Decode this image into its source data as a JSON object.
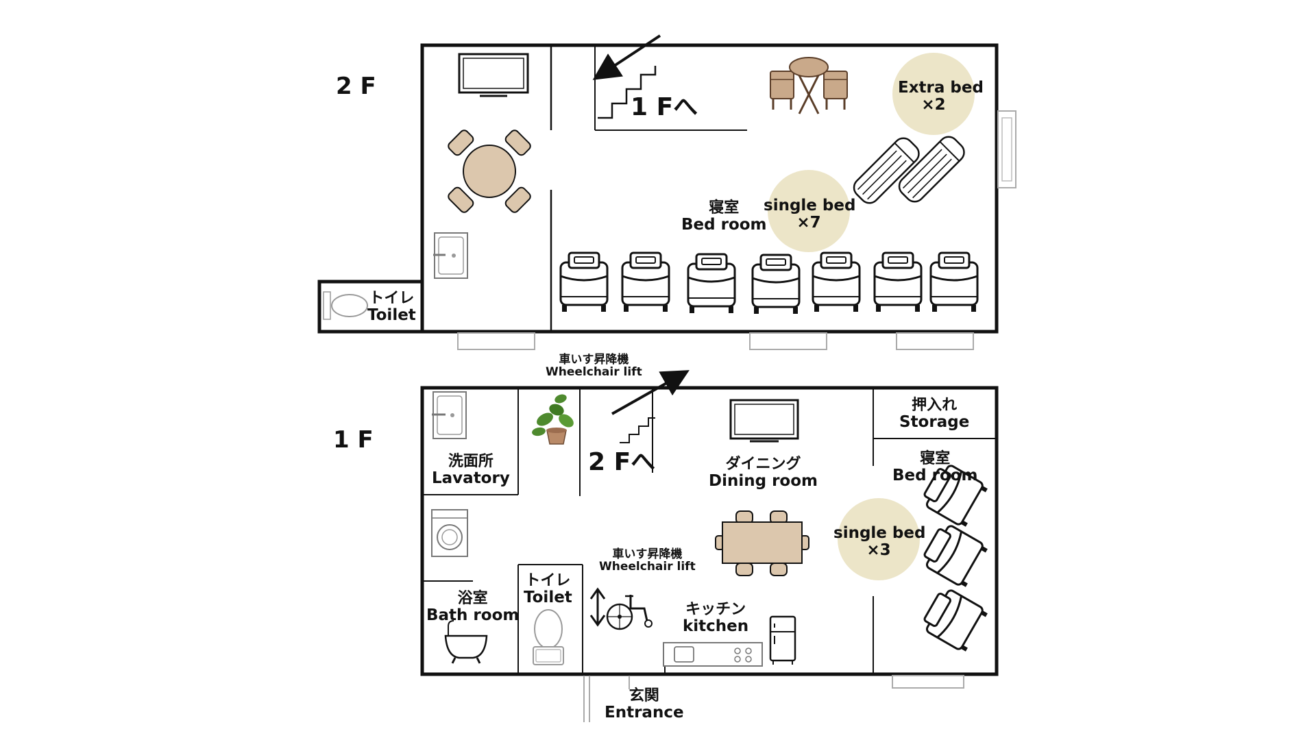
{
  "floors": {
    "second": {
      "title": "2 F",
      "stairs": "1 Fへ",
      "toilet": {
        "jp": "トイレ",
        "en": "Toilet"
      },
      "bedroom": {
        "jp": "寝室",
        "en": "Bed room"
      },
      "extra_bed": {
        "name": "Extra bed",
        "count": "×2"
      },
      "single_bed": {
        "name": "single bed",
        "count": "×7"
      }
    },
    "first": {
      "title": "1 F",
      "stairs": "2 Fへ",
      "lavatory": {
        "jp": "洗面所",
        "en": "Lavatory"
      },
      "bathroom": {
        "jp": "浴室",
        "en": "Bath room"
      },
      "toilet": {
        "jp": "トイレ",
        "en": "Toilet"
      },
      "wheelchair_lift": {
        "jp": "車いす昇降機",
        "en": "Wheelchair lift"
      },
      "wheelchair_lift_top": {
        "jp": "車いす昇降機",
        "en": "Wheelchair lift"
      },
      "dining": {
        "jp": "ダイニング",
        "en": "Dining room"
      },
      "kitchen": {
        "jp": "キッチン",
        "en": "kitchen"
      },
      "storage": {
        "jp": "押入れ",
        "en": "Storage"
      },
      "bedroom": {
        "jp": "寝室",
        "en": "Bed room"
      },
      "single_bed": {
        "name": "single bed",
        "count": "×3"
      },
      "entrance": {
        "jp": "玄関",
        "en": "Entrance"
      }
    }
  },
  "colors": {
    "wall": "#111111",
    "badge": "#ece5c8",
    "furniture": "#dcc7ad",
    "plant": "#4e8a2e"
  }
}
